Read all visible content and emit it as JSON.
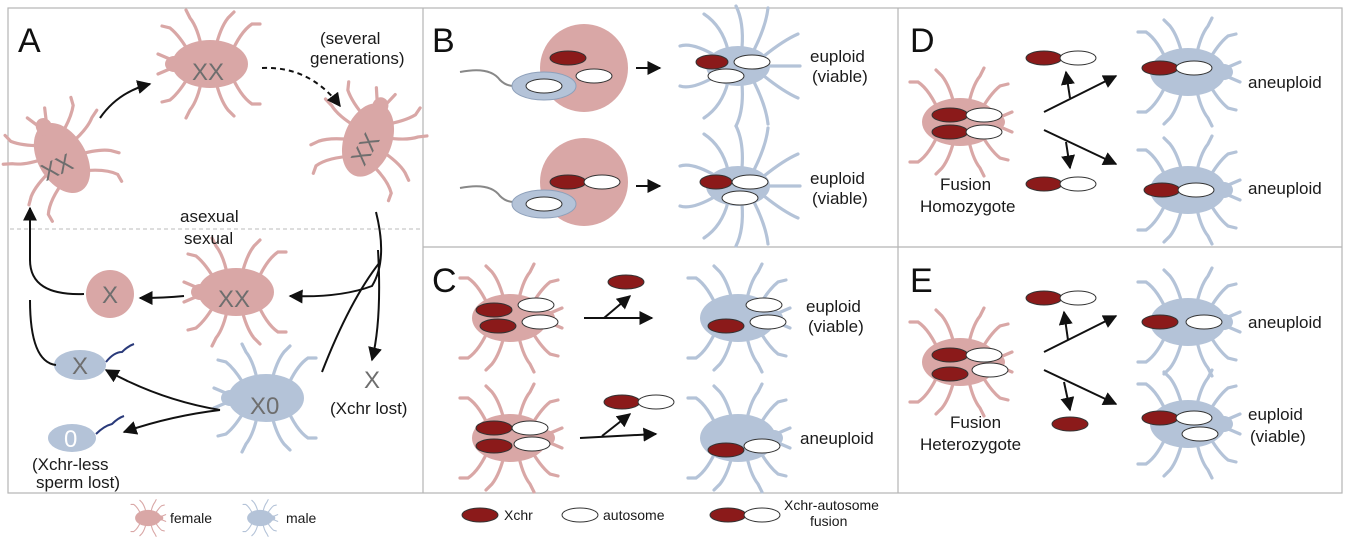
{
  "colors": {
    "female": "#d9a7a6",
    "male": "#b4c3d8",
    "xchr": "#8b1a1a",
    "autosome": "#ffffff",
    "border": "#b5b5b5",
    "chr_text": "#6e6e6e"
  },
  "panels": {
    "A": {
      "label": "A",
      "several_generations": [
        "(several",
        "generations)"
      ],
      "asexual": "asexual",
      "sexual": "sexual",
      "xx": "XX",
      "x": "X",
      "x0": "X0",
      "zero": "0",
      "xchr_lost": "(Xchr lost)",
      "sperm_lost": [
        "(Xchr-less",
        "sperm lost)"
      ]
    },
    "B": {
      "label": "B",
      "row1_outcome": [
        "euploid",
        "(viable)"
      ],
      "row2_outcome": [
        "euploid",
        "(viable)"
      ]
    },
    "C": {
      "label": "C",
      "row1_outcome": [
        "euploid",
        "(viable)"
      ],
      "row2_outcome": "aneuploid"
    },
    "D": {
      "label": "D",
      "row1_outcome": "aneuploid",
      "row2_outcome": "aneuploid",
      "caption": [
        "Fusion",
        "Homozygote"
      ]
    },
    "E": {
      "label": "E",
      "row1_outcome": "aneuploid",
      "row2_outcome": [
        "euploid",
        "(viable)"
      ],
      "caption": [
        "Fusion",
        "Heterozygote"
      ]
    }
  },
  "legend": {
    "female": "female",
    "male": "male",
    "xchr": "Xchr",
    "autosome": "autosome",
    "fusion": [
      "Xchr-autosome",
      "fusion"
    ]
  }
}
